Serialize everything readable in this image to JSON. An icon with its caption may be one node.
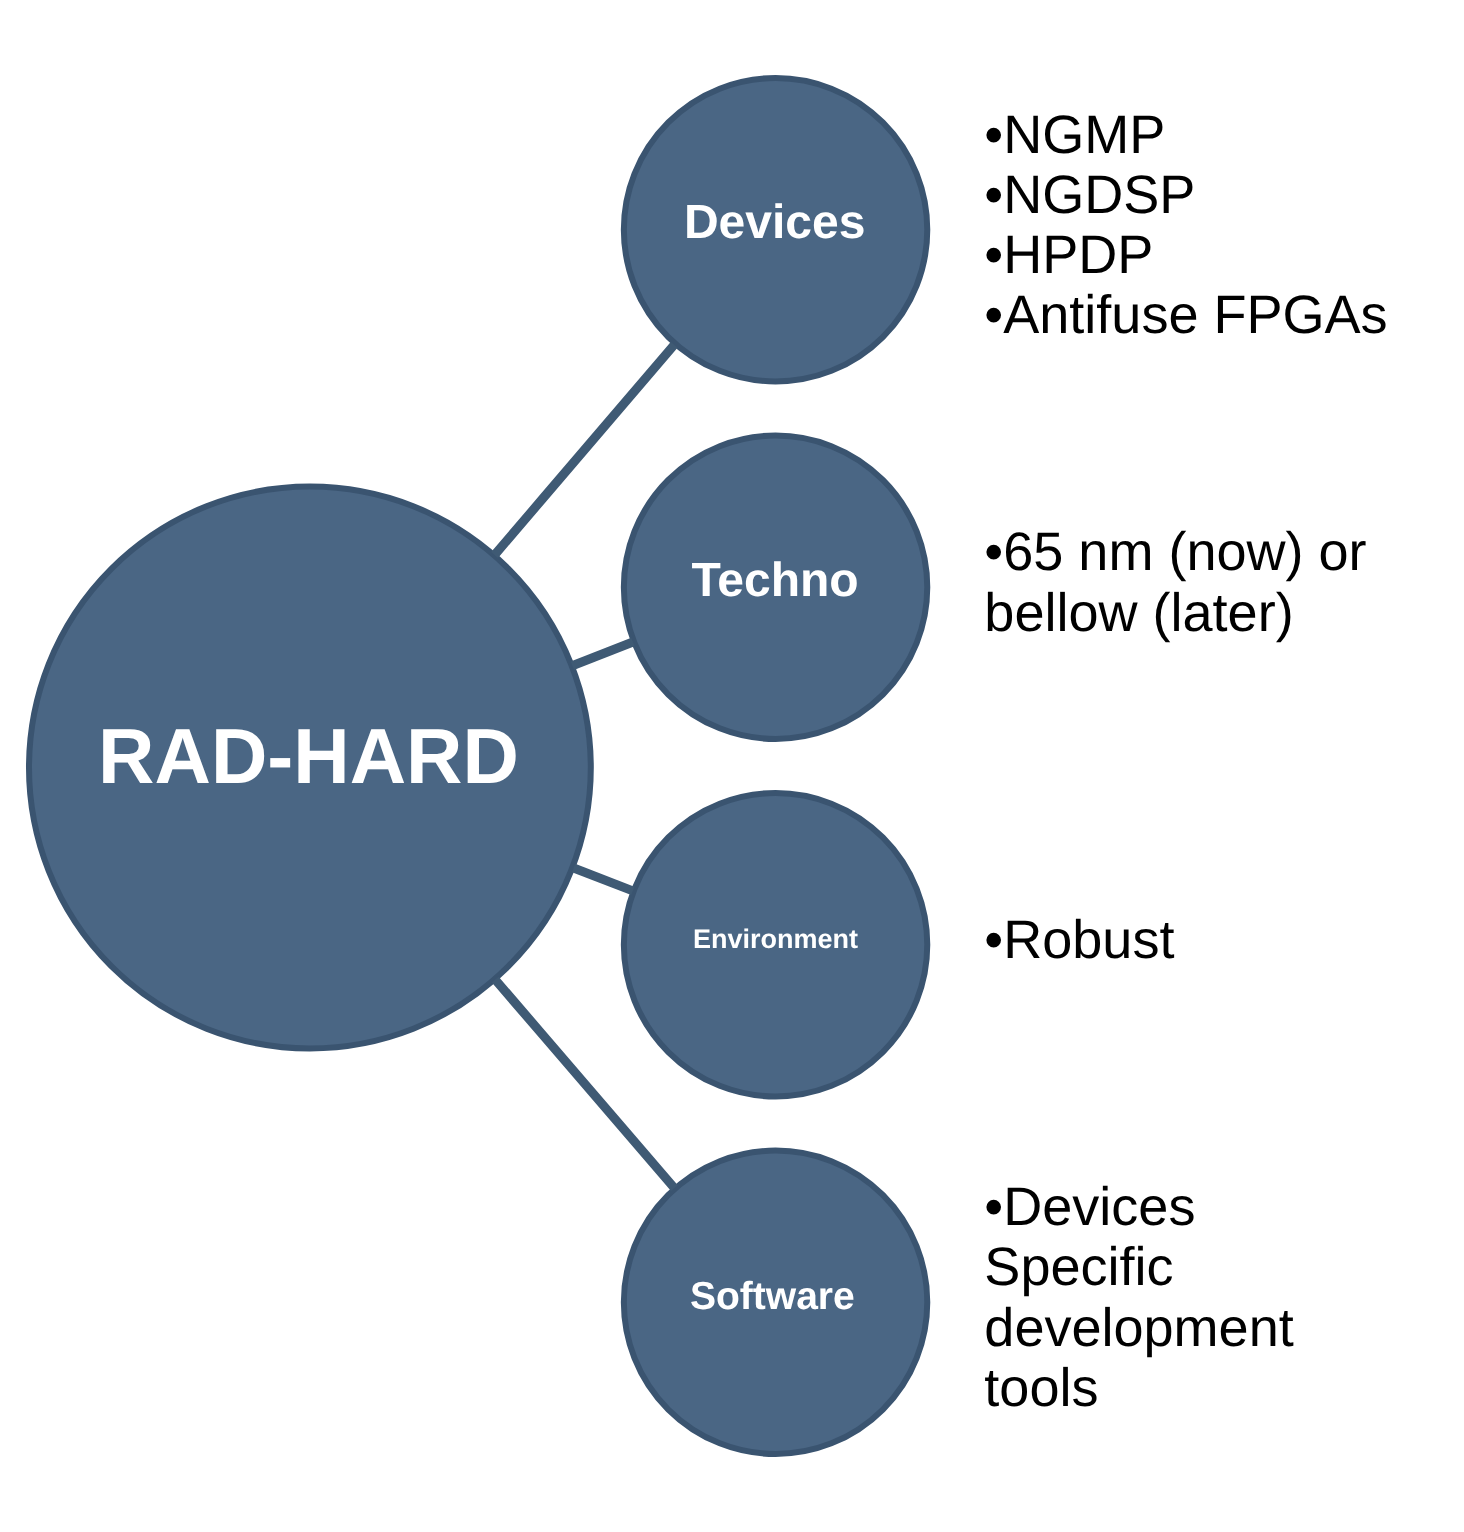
{
  "diagram": {
    "nodes": [
      {
        "text": [
          "RAD-HARD"
        ]
      },
      {
        "text": [
          "Devices"
        ],
        "beside": [
          "•NGMP",
          "•NGDSP",
          "•HPDP",
          "•Antifuse FPGAs"
        ]
      },
      {
        "text": [
          "Techno"
        ],
        "beside": [
          "•65 nm (now) or bellow (later)"
        ]
      },
      {
        "text": [
          "Environment"
        ],
        "beside": [
          "•Robust"
        ]
      },
      {
        "text": [
          "Software"
        ],
        "beside": [
          "•Devices Specific development tools"
        ]
      }
    ],
    "edges": [
      {
        "from": 0,
        "to": 1,
        "arrow": "none"
      },
      {
        "from": 0,
        "to": 2,
        "arrow": "none"
      },
      {
        "from": 0,
        "to": 3,
        "arrow": "none"
      },
      {
        "from": 0,
        "to": 4,
        "arrow": "none"
      }
    ]
  }
}
